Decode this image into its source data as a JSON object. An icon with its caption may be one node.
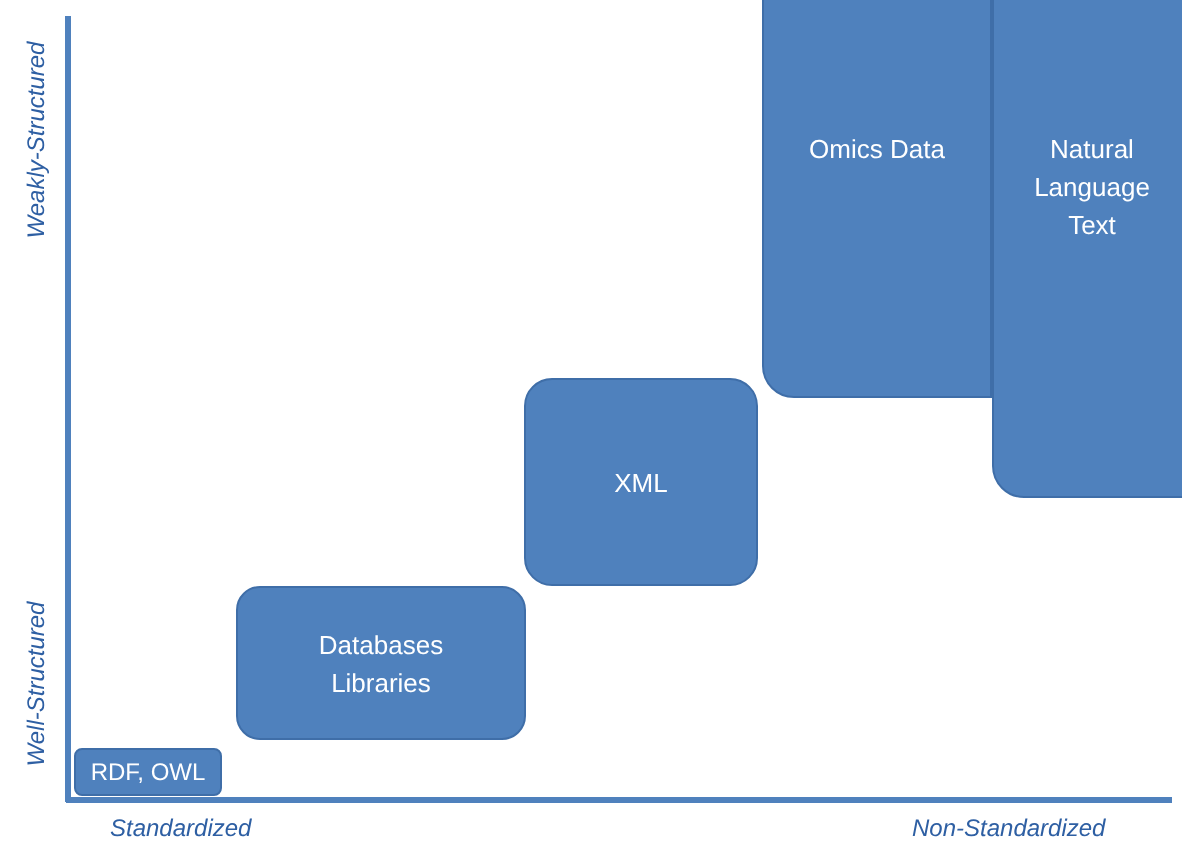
{
  "diagram": {
    "nodes": [
      {
        "text": [
          "RDF, OWL"
        ]
      },
      {
        "text": [
          "Databases Libraries"
        ]
      },
      {
        "text": [
          "XML"
        ]
      },
      {
        "text": [
          "Omics Data"
        ]
      },
      {
        "text": [
          "Natural Language Text"
        ]
      }
    ],
    "labels": [
      "Weakly-Structured",
      "Well-Structured",
      "Standardized",
      "Non-Standardized"
    ]
  }
}
